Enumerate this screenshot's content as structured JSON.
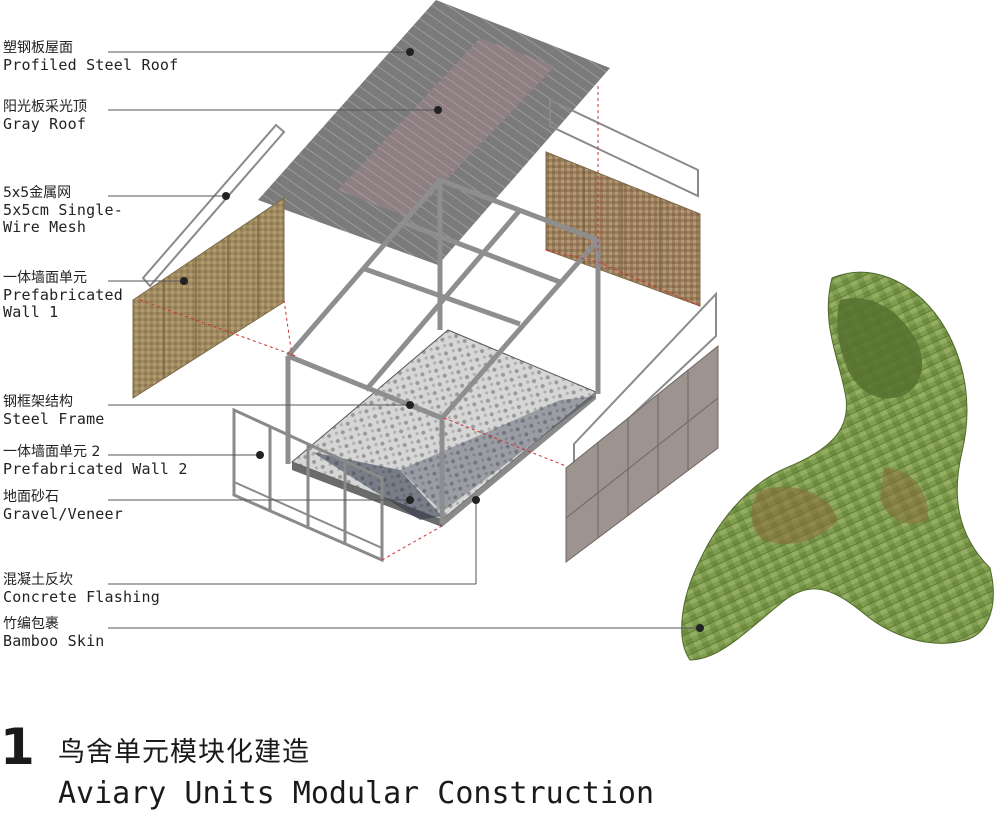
{
  "labels": [
    {
      "zh": "塑钢板屋面",
      "en": "Profiled Steel Roof"
    },
    {
      "zh": "阳光板采光顶",
      "en": "Gray Roof"
    },
    {
      "zh": "5x5金属网",
      "en": "5x5cm Single-",
      "en2": "Wire Mesh"
    },
    {
      "zh": "一体墙面单元",
      "en": "Prefabricated",
      "en2": "Wall 1"
    },
    {
      "zh": "钢框架结构",
      "en": "Steel Frame"
    },
    {
      "zh": "一体墙面单元 2",
      "en": "Prefabricated Wall 2"
    },
    {
      "zh": "地面砂石",
      "en": "Gravel/Veneer"
    },
    {
      "zh": "混凝土反坎",
      "en": "Concrete Flashing"
    },
    {
      "zh": "竹编包裹",
      "en": "Bamboo Skin"
    }
  ],
  "caption": {
    "number": "1",
    "title_zh": "鸟舍单元模块化建造",
    "title_en": "Aviary Units Modular Construction"
  },
  "colors": {
    "roof": "#6b6b6b",
    "skylight": "#8a7d80",
    "wood_wall": "#9e8a62",
    "gray_wall": "#9a928e",
    "frame": "#8d8d8d",
    "gravel": "#c8c8c8",
    "bamboo_green": "#7a9a4a",
    "bamboo_brown": "#8a6a3a",
    "dashed_red": "#d03030"
  }
}
